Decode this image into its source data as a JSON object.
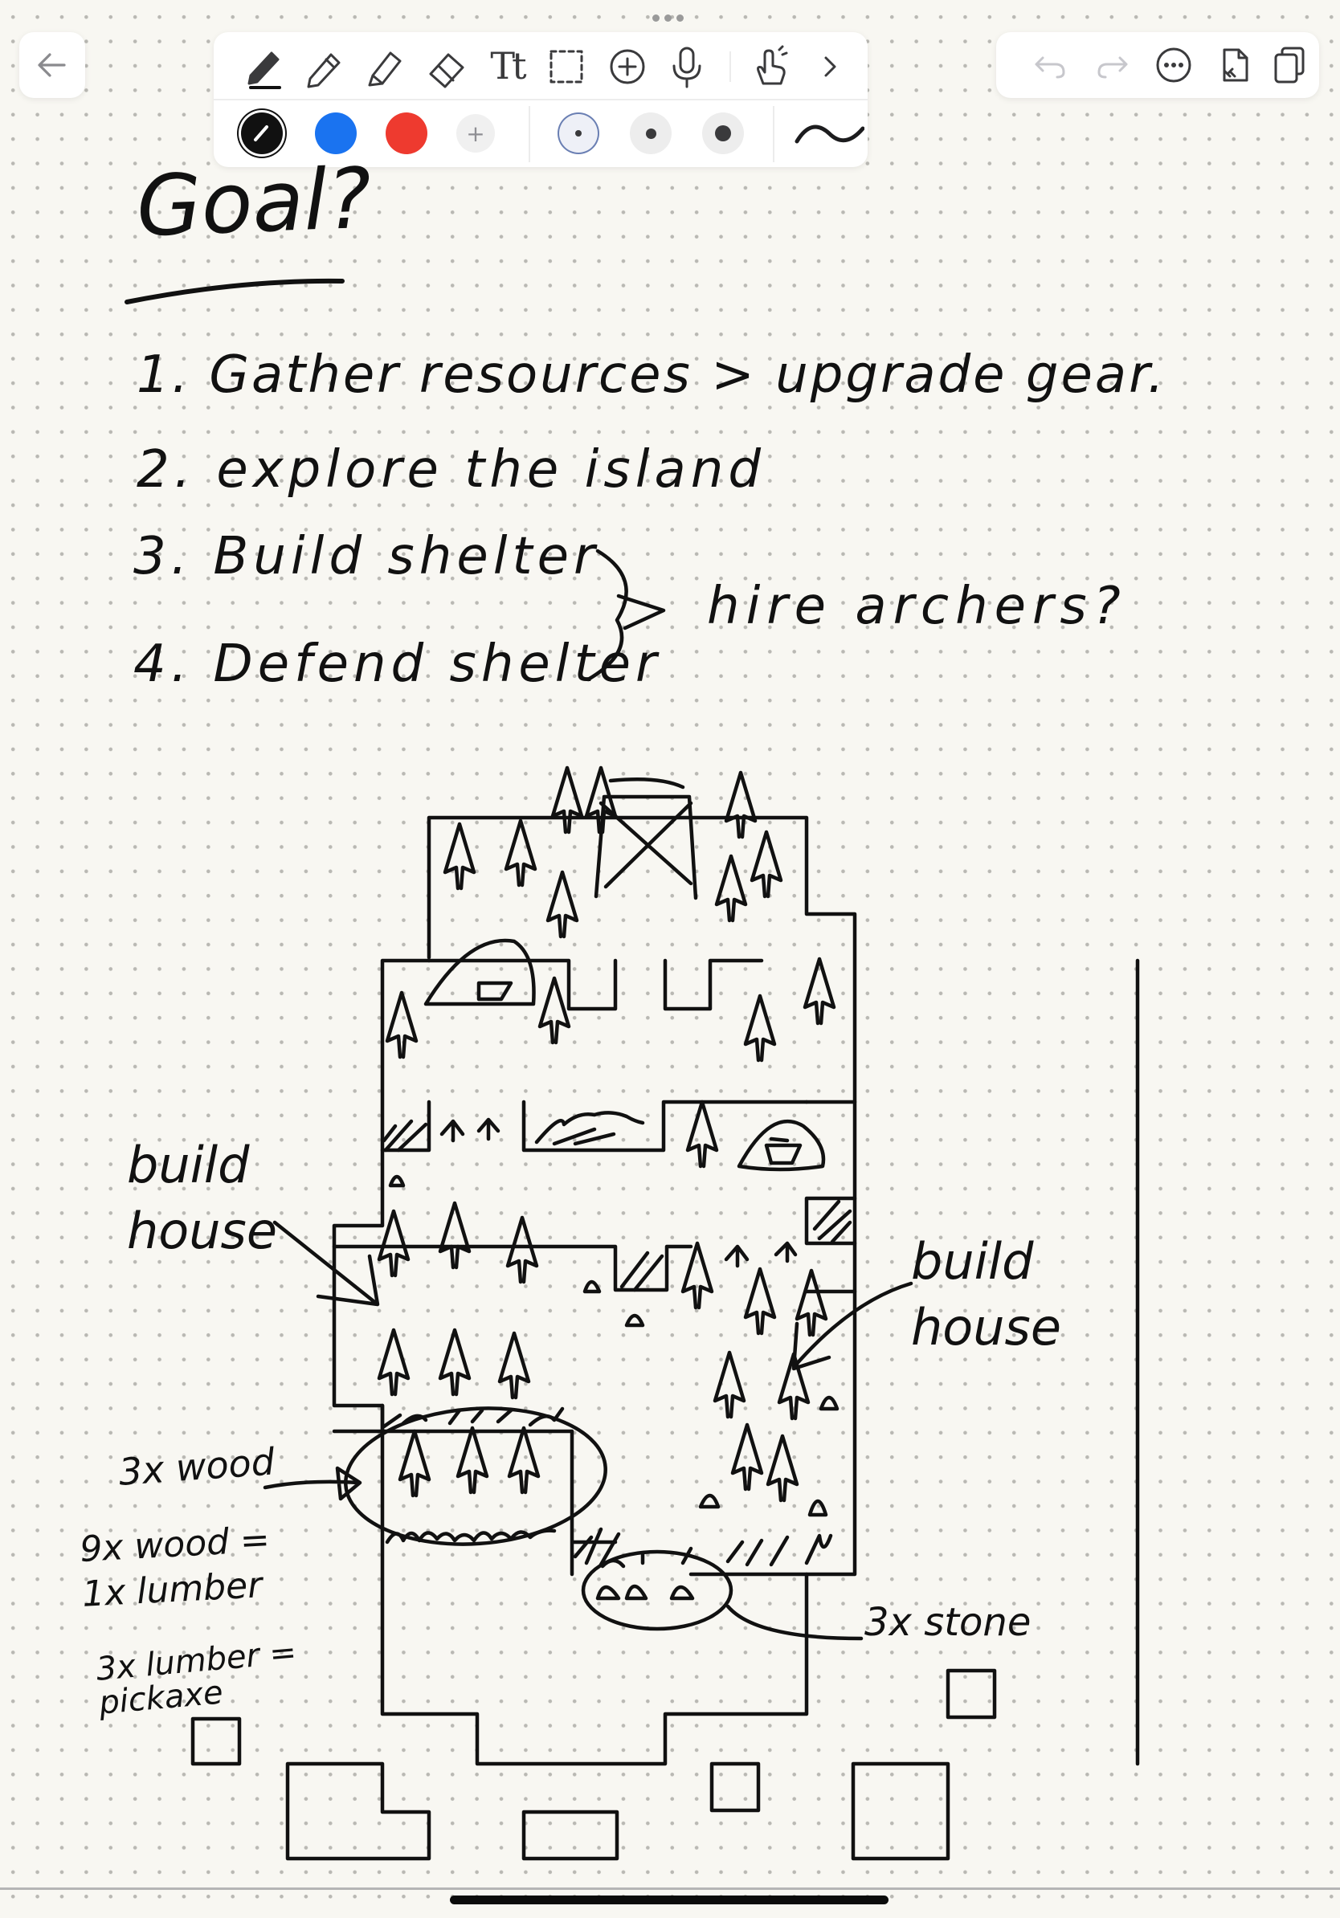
{
  "toolbar": {
    "back": "back-arrow-icon",
    "tools": [
      "pen",
      "highlighter",
      "marker",
      "eraser",
      "text",
      "lasso",
      "add",
      "microphone",
      "hand"
    ],
    "text_tool_label": "Tt",
    "more": "chevron-right-icon",
    "colors": [
      "#111111",
      "#1a73f0",
      "#ee3a2f"
    ],
    "add_color_label": "+",
    "active_color": "#111111"
  },
  "actions": [
    "undo-icon",
    "redo-icon",
    "more-icon",
    "new-page-icon",
    "pages-icon"
  ],
  "note": {
    "heading": "Goal?",
    "items": [
      "1. Gather resources > upgrade gear.",
      "2. explore the island",
      "3. Build shelter",
      "4. Defend shelter"
    ],
    "bracket_note": "hire archers?",
    "annotations": {
      "build_house_left": "build house",
      "build_house_right": "build house",
      "wood": "3x wood",
      "lumber": "9x wood = 1x lumber",
      "pickaxe": "3x lumber = pickaxe",
      "stone": "3x stone"
    }
  }
}
